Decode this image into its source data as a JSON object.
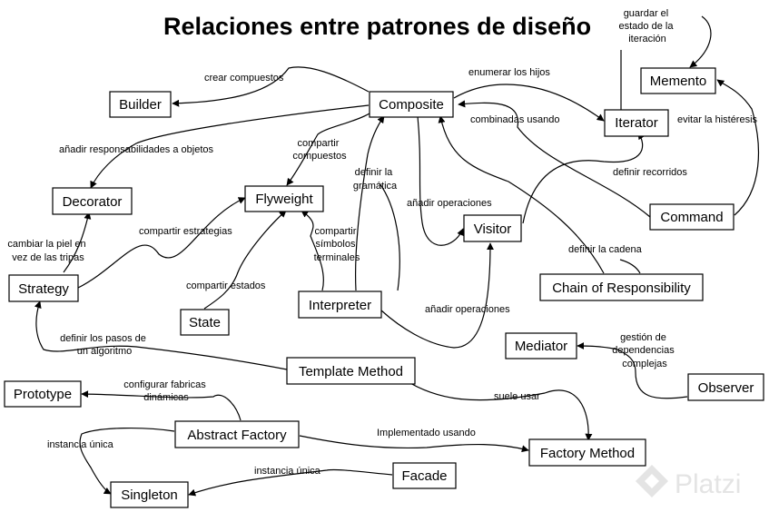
{
  "title": "Relaciones entre patrones de diseño",
  "nodes": {
    "builder": "Builder",
    "composite": "Composite",
    "memento": "Memento",
    "iterator": "Iterator",
    "decorator": "Decorator",
    "flyweight": "Flyweight",
    "command": "Command",
    "visitor": "Visitor",
    "strategy": "Strategy",
    "chain": "Chain of Responsibility",
    "interpreter": "Interpreter",
    "state": "State",
    "mediator": "Mediator",
    "template_method": "Template Method",
    "observer": "Observer",
    "prototype": "Prototype",
    "abstract_factory": "Abstract Factory",
    "factory_method": "Factory Method",
    "facade": "Facade",
    "singleton": "Singleton"
  },
  "edge_labels": {
    "crear_compuestos": "crear compuestos",
    "enumerar_hijos": "enumerar los hijos",
    "guardar_estado": [
      "guardar el",
      "estado de la",
      "iteración"
    ],
    "anadir_responsabilidades": "añadir responsabilidades a objetos",
    "compartir_compuestos": [
      "compartir",
      "compuestos"
    ],
    "combinadas_usando": "combinadas usando",
    "evitar_histeresis": "evitar la histéresis",
    "definir_gramatica": [
      "definir la",
      "gramática"
    ],
    "definir_recorridos": "definir recorridos",
    "anadir_operaciones_1": "añadir operaciones",
    "cambiar_piel": [
      "cambiar la piel en",
      "vez de las tripas"
    ],
    "compartir_estrategias": "compartir estrategias",
    "compartir_simbolos": [
      "compartir",
      "símbolos",
      "terminales"
    ],
    "definir_cadena": "definir la cadena",
    "compartir_estados": "compartir estados",
    "anadir_operaciones_2": "añadir operaciones",
    "gestion_dependencias": [
      "gestión de",
      "dependencias",
      "complejas"
    ],
    "definir_pasos": [
      "definir los pasos de",
      "un algoritmo"
    ],
    "configurar_fabricas": [
      "configurar fabricas",
      "dinámicas"
    ],
    "suele_usar": "suele usar",
    "implementado_usando": "Implementado usando",
    "instancia_unica_1": "instancia única",
    "instancia_unica_2": "instancia única"
  },
  "watermark": "Platzi",
  "colors": {
    "ink": "#000000",
    "background": "#ffffff",
    "watermark": "#e4e4e4"
  }
}
